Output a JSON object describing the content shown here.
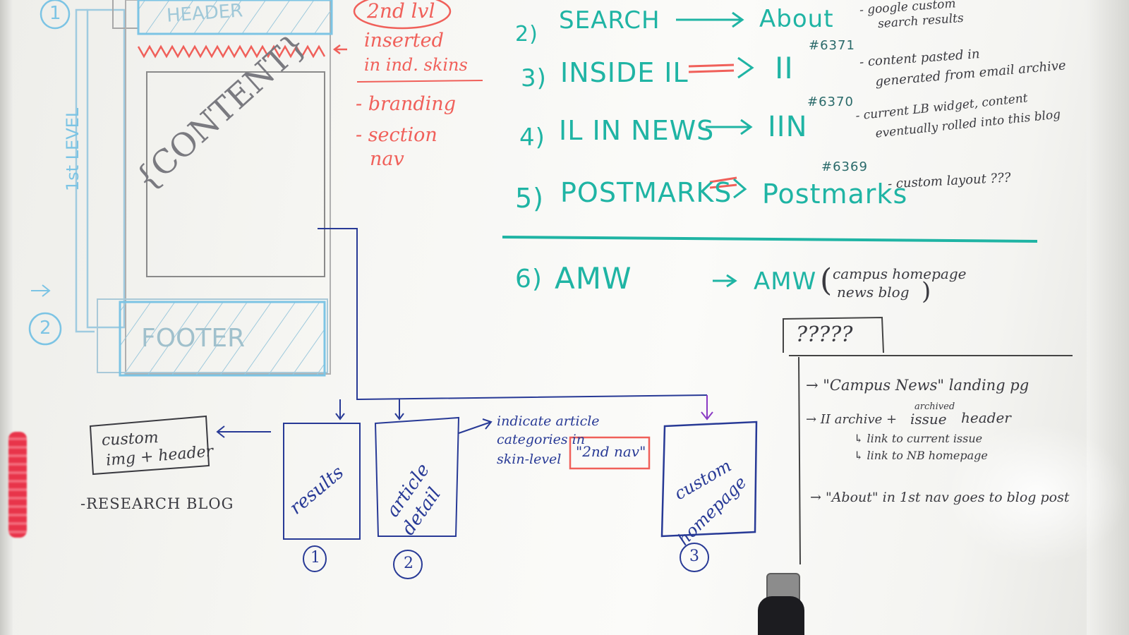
{
  "wireframe": {
    "header": "HEADER",
    "content": "{CONTENT}",
    "footer": "FOOTER",
    "level_label": "1st LEVEL",
    "num1": "1",
    "num2": "2"
  },
  "second_level": {
    "title": "2nd lvl",
    "notes": [
      "inserted",
      "in ind. skins",
      "- branding",
      "- section",
      "nav"
    ]
  },
  "mapping": [
    {
      "num": "2)",
      "left": "SEARCH",
      "right": "About",
      "ticket": "",
      "note1": "- google custom",
      "note2": "search results"
    },
    {
      "num": "3)",
      "left": "INSIDE IL",
      "right": "II",
      "ticket": "#6371",
      "note1": "- content pasted in",
      "note2": "generated from email archive"
    },
    {
      "num": "4)",
      "left": "IL IN NEWS",
      "right": "IIN",
      "ticket": "#6370",
      "note1": "- current LB widget, content",
      "note2": "eventually rolled into this blog"
    },
    {
      "num": "5)",
      "left": "POSTMARKS",
      "right": "Postmarks",
      "ticket": "#6369",
      "note1": "- custom layout ???",
      "note2": ""
    }
  ],
  "amw": {
    "num": "6)",
    "left": "AMW",
    "right": "AMW",
    "note1": "campus homepage",
    "note2": "news blog"
  },
  "question_box": {
    "tab": "?????",
    "line1": "→ \"Campus News\" landing pg",
    "line2_pre": "→ II archive +",
    "line2_sup": "archived",
    "line2_word": "issue",
    "line2_post": "header",
    "line3": "↳ link to current issue",
    "line4": "↳ link to NB homepage",
    "line5": "→ \"About\" in 1st nav goes to blog post"
  },
  "bottom": {
    "custom_box_line1": "custom",
    "custom_box_line2": "img + header",
    "research": "-RESEARCH BLOG",
    "results": "results",
    "article_line1": "article",
    "article_line2": "detail",
    "indicate_line1": "indicate article",
    "indicate_line2": "categories in",
    "indicate_line3": "skin-level",
    "second_nav": "\"2nd nav\"",
    "homepage_line1": "custom",
    "homepage_line2": "homepage",
    "circle1": "1",
    "circle2": "2",
    "circle3": "3"
  },
  "colors": {
    "teal": "#1fb4a4",
    "red": "#f0605a",
    "light_blue": "#7cc4e4",
    "navy": "#283a96",
    "gray": "#3a3a40"
  }
}
